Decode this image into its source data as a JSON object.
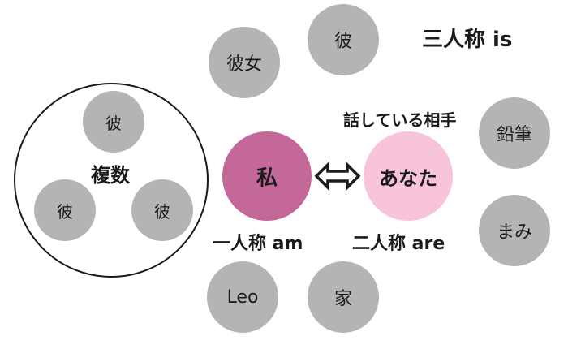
{
  "third_person": {
    "heading": "三人称 is",
    "items": [
      "彼女",
      "彼",
      "鉛筆",
      "まみ",
      "Leo",
      "家"
    ]
  },
  "plural": {
    "label": "複数",
    "items": [
      "彼",
      "彼",
      "彼"
    ]
  },
  "first_person": {
    "word": "私",
    "caption": "一人称 am",
    "color": "#c4689a"
  },
  "second_person": {
    "word": "あなた",
    "caption": "二人称 are",
    "description": "話している相手",
    "color": "#f8c4dc"
  },
  "connector": {
    "icon": "double-arrow-icon"
  },
  "colors": {
    "gray_bubble": "#b4b4b6",
    "outline": "#1a1a1a"
  }
}
